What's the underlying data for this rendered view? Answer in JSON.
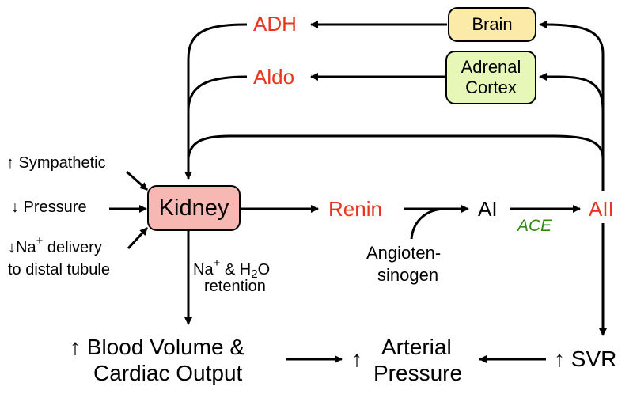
{
  "colors": {
    "hormone": "#e8361e",
    "enzyme": "#2e8a0f",
    "kidney_fill": "#f7b8b4",
    "brain_fill": "#fbeaa8",
    "adrenal_fill": "#e6f7b8"
  },
  "nodes": {
    "adh": "ADH",
    "aldo": "Aldo",
    "brain": "Brain",
    "adrenal_line1": "Adrenal",
    "adrenal_line2": "Cortex",
    "kidney": "Kidney",
    "renin": "Renin",
    "ai": "AI",
    "aii": "AII",
    "ace": "ACE",
    "angiotensinogen_line1": "Angioten-",
    "angiotensinogen_line2": "sinogen"
  },
  "inputs": {
    "sympathetic": "↑ Sympathetic",
    "pressure": "↓ Pressure",
    "na_arrow": "↓",
    "na_symbol": "Na",
    "na_sup": "+",
    "na_text": "delivery",
    "na_line2": "to distal tubule"
  },
  "retention": {
    "na": "Na",
    "na_sup": "+",
    "amp": " & H",
    "h2o_sub": "2",
    "o": "O",
    "line2": "retention"
  },
  "outputs": {
    "blood_line1": "↑ Blood Volume &",
    "blood_line2": "Cardiac Output",
    "arterial_arrow": "↑",
    "arterial_line1": "Arterial",
    "arterial_line2": "Pressure",
    "svr": "↑ SVR"
  }
}
